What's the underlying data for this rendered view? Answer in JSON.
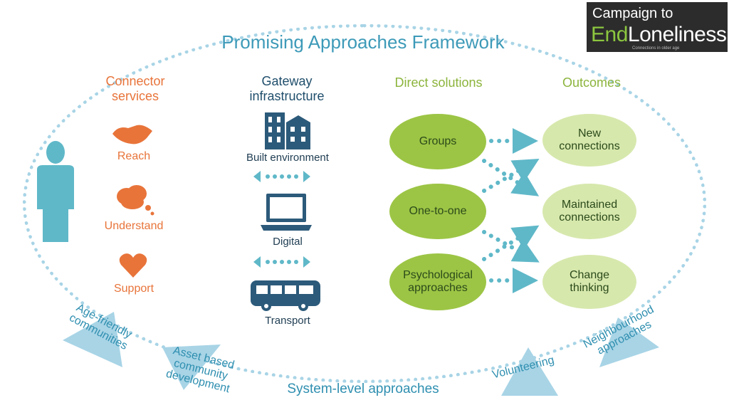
{
  "title": "Promising Approaches Framework",
  "logo": {
    "line1": "Campaign to",
    "line2_a": "End",
    "line2_b": "Loneliness",
    "tagline": "Connections in older age"
  },
  "columns": {
    "connector": {
      "heading": "Connector\nservices",
      "items": [
        "Reach",
        "Understand",
        "Support"
      ]
    },
    "gateway": {
      "heading": "Gateway\ninfrastructure",
      "items": [
        "Built environment",
        "Digital",
        "Transport"
      ]
    },
    "direct": {
      "heading": "Direct solutions",
      "items": [
        "Groups",
        "One-to-one",
        "Psychological\napproaches"
      ]
    },
    "outcomes": {
      "heading": "Outcomes",
      "items": [
        "New\nconnections",
        "Maintained\nconnections",
        "Change\nthinking"
      ]
    }
  },
  "system_level": {
    "label": "System-level approaches",
    "approaches": [
      "Age-friendly\ncommunities",
      "Asset based\ncommunity\ndevelopment",
      "Volunteering",
      "Neighbourhood\napproaches"
    ]
  },
  "colors": {
    "orange": "#e8743a",
    "navy": "#1f4e6b",
    "green": "#8cb43c",
    "teal": "#2f8fb0",
    "light_blue": "#a8d4e6",
    "person": "#5fb8c8"
  },
  "icons": [
    "person-icon",
    "handshake-icon",
    "thought-bubble-icon",
    "heart-icon",
    "buildings-icon",
    "laptop-icon",
    "bus-icon",
    "double-arrow-icon",
    "arrow-icon"
  ]
}
